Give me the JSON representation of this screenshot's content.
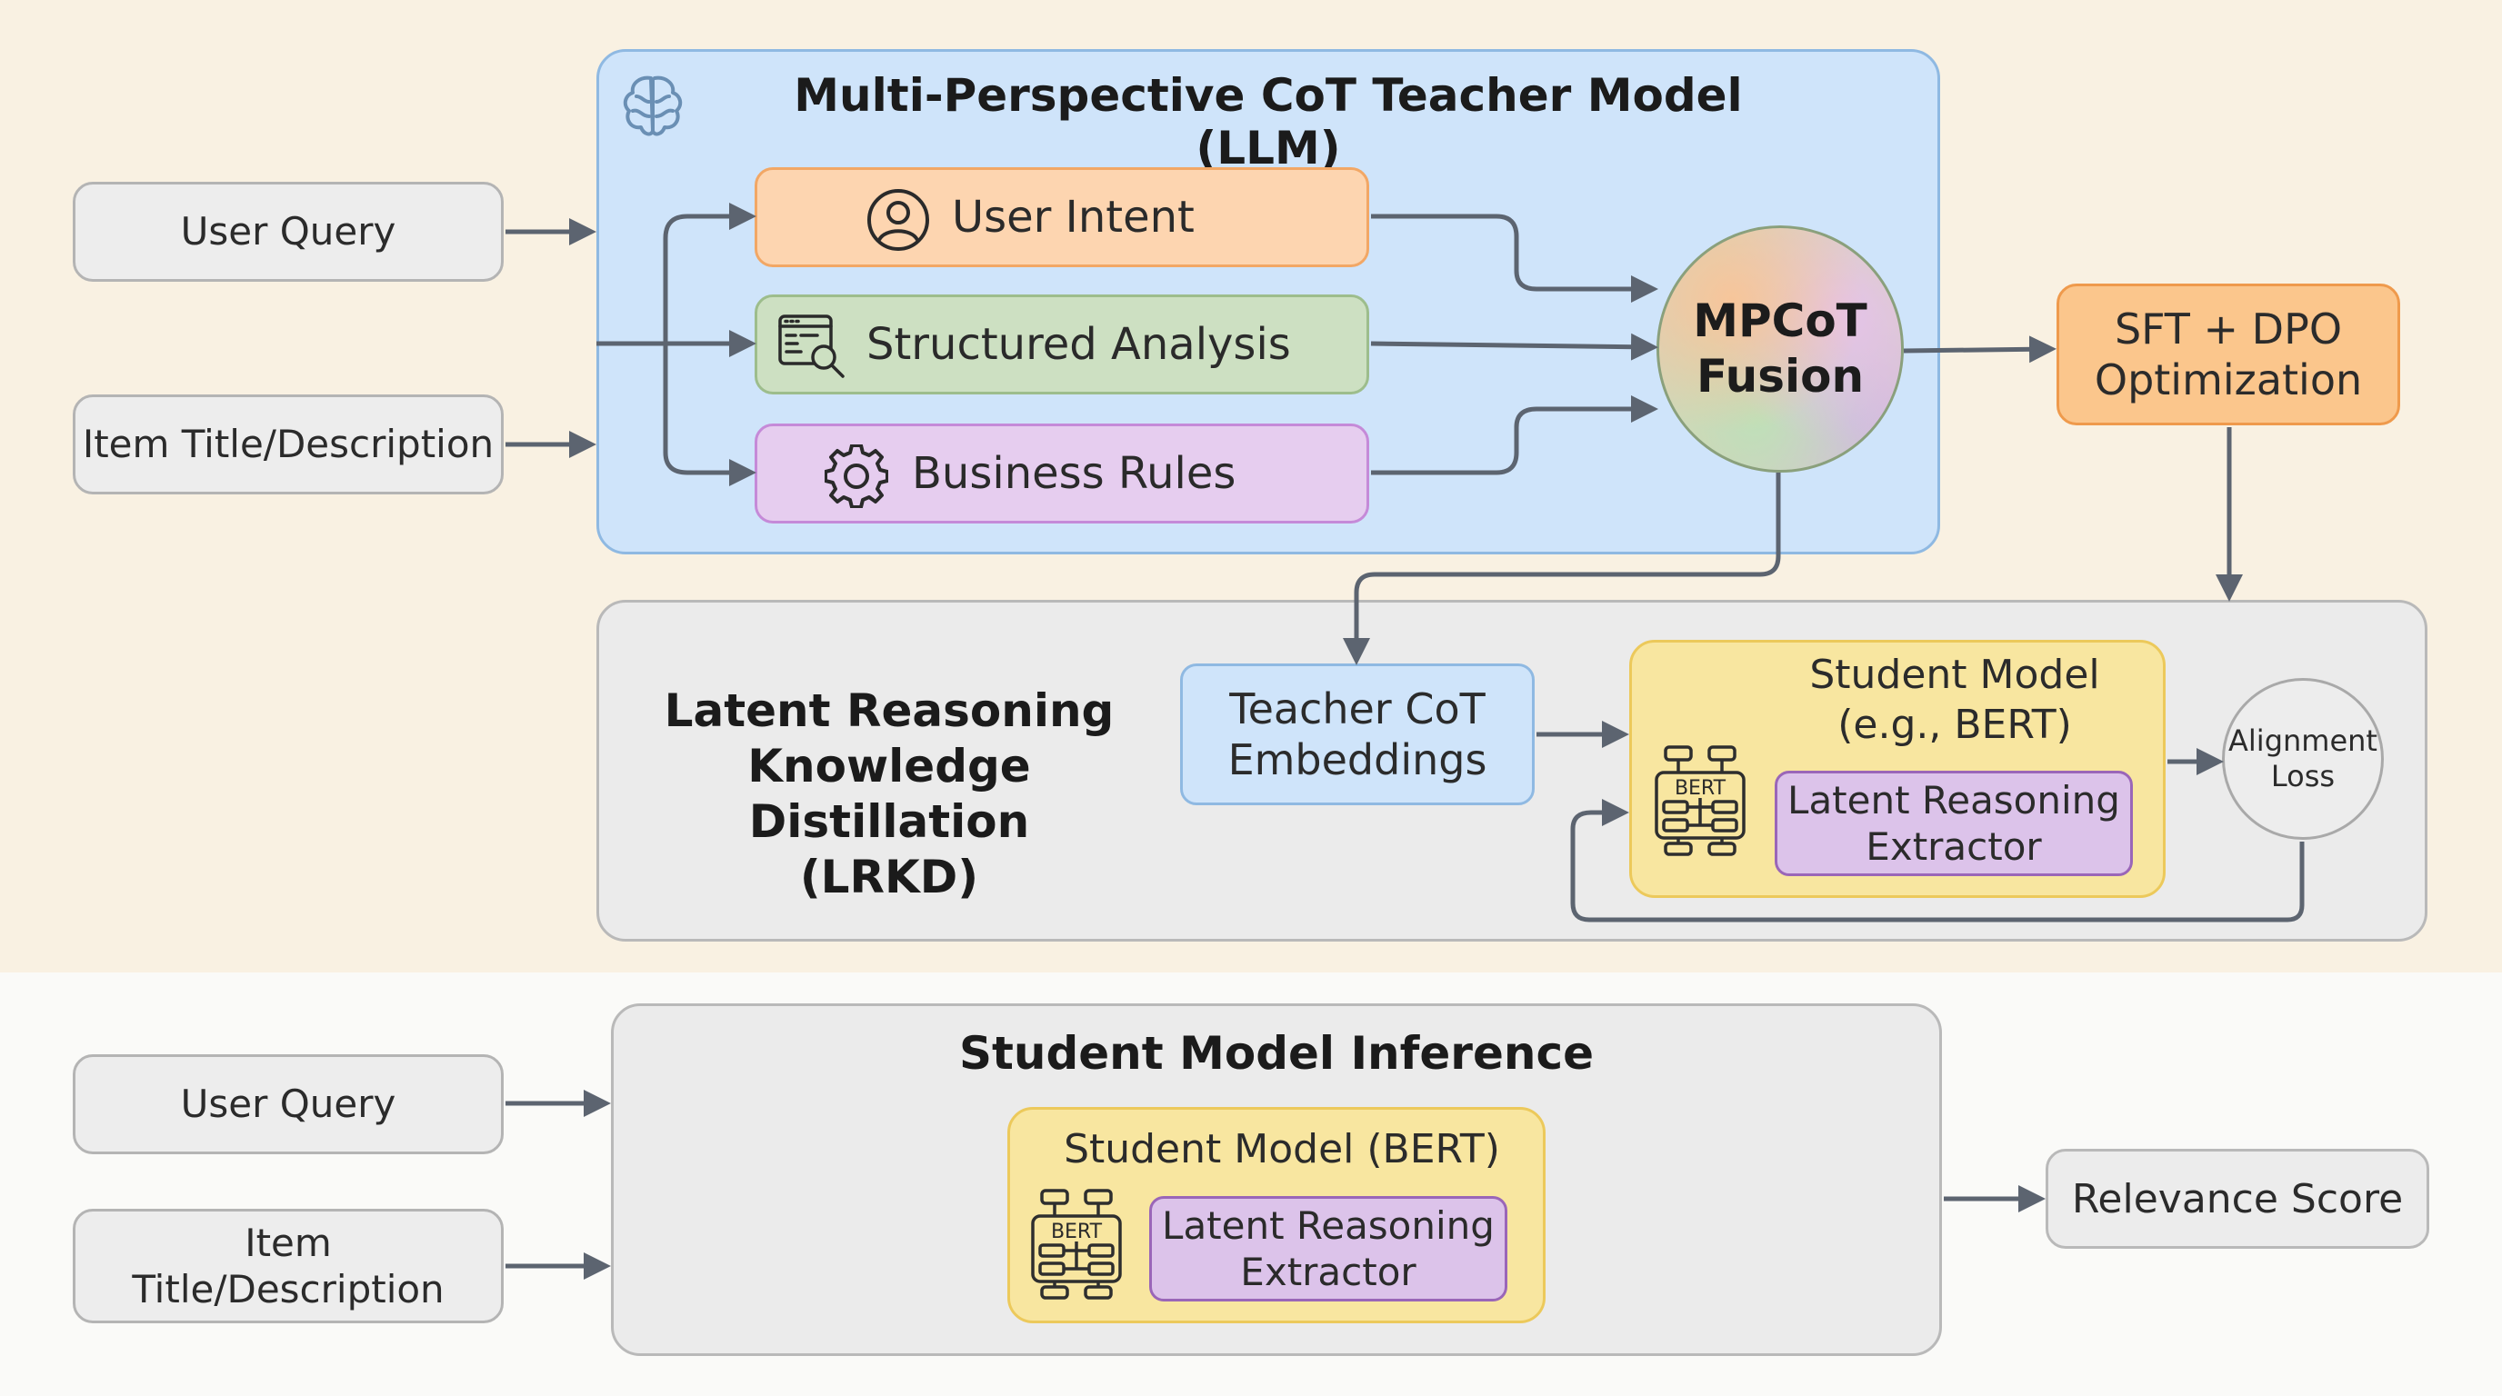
{
  "colors": {
    "teacher_panel": "#cfe4fa",
    "orange": "#fdd5b0",
    "green": "#cde0c2",
    "purple": "#e6cdef",
    "yellow": "#f8e6a0",
    "grey": "#ececec"
  },
  "top_inputs": {
    "user_query": "User Query",
    "item": "Item Title/Description"
  },
  "teacher": {
    "title": "Multi-Perspective CoT Teacher Model (LLM)",
    "branches": {
      "intent": "User Intent",
      "structured": "Structured Analysis",
      "rules": "Business Rules"
    },
    "fusion": {
      "line1": "MPCoT",
      "line2": "Fusion"
    }
  },
  "sft": {
    "line1": "SFT + DPO",
    "line2": "Optimization"
  },
  "lrkd": {
    "title_line1": "Latent Reasoning",
    "title_line2": "Knowledge Distillation",
    "title_line3": "(LRKD)",
    "teacher_emb_line1": "Teacher CoT",
    "teacher_emb_line2": "Embeddings",
    "student_line1": "Student Model",
    "student_line2": "(e.g., BERT)",
    "extractor_line1": "Latent Reasoning",
    "extractor_line2": "Extractor",
    "bert_badge": "BERT",
    "alignment_line1": "Alignment",
    "alignment_line2": "Loss"
  },
  "bottom_inputs": {
    "user_query": "User Query",
    "item_line1": "Item",
    "item_line2": "Title/Description"
  },
  "inference": {
    "title": "Student Model Inference",
    "student": "Student Model (BERT)",
    "extractor_line1": "Latent Reasoning",
    "extractor_line2": "Extractor",
    "bert_badge": "BERT"
  },
  "output": {
    "label": "Relevance Score"
  }
}
